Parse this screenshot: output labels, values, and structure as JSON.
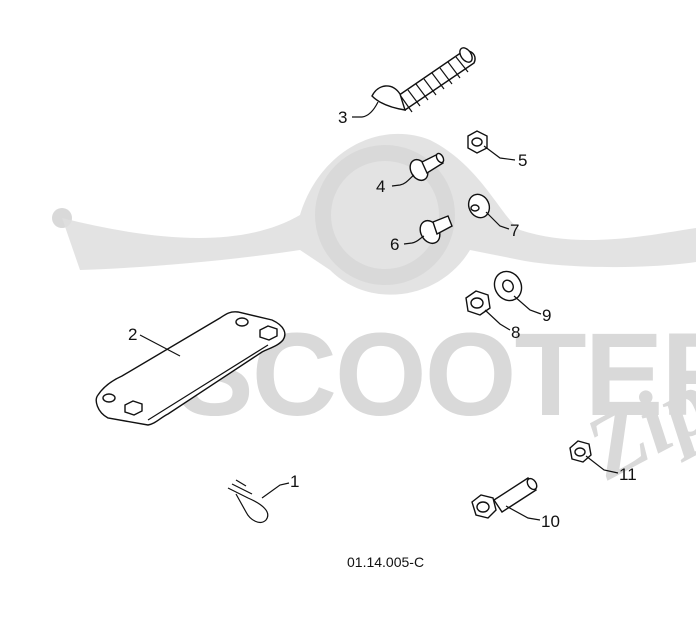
{
  "watermark": {
    "text": "SCOOTER",
    "script_text": "Zip"
  },
  "callouts": {
    "p1": "1",
    "p2": "2",
    "p3": "3",
    "p4": "4",
    "p5": "5",
    "p6": "6",
    "p7": "7",
    "p8": "8",
    "p9": "9",
    "p10": "10",
    "p11": "11"
  },
  "diagram_code": "01.14.005-C",
  "colors": {
    "line": "#111111",
    "watermark": "#d9d9d9",
    "background": "#ffffff"
  }
}
